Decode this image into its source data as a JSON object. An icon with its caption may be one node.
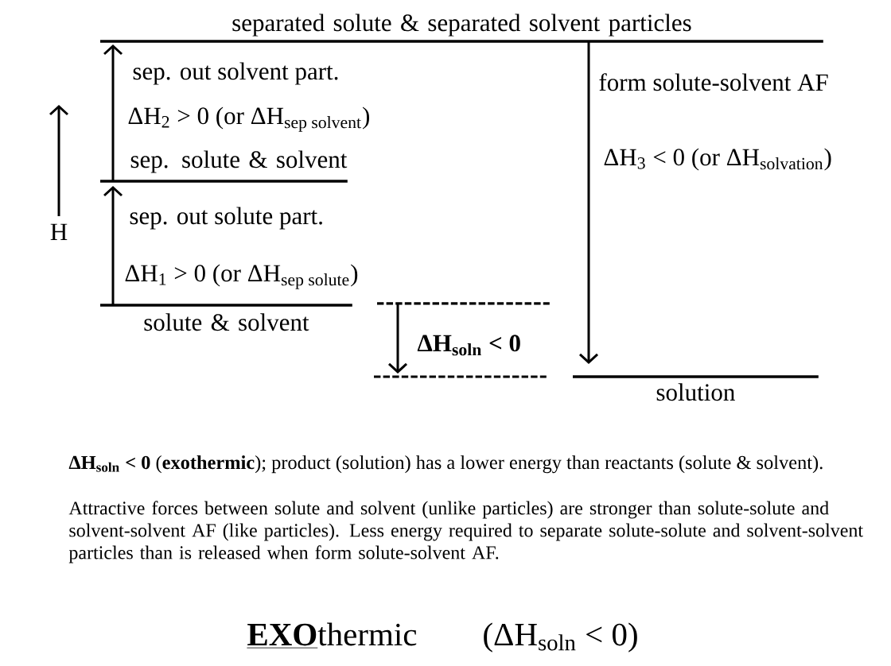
{
  "diagram": {
    "nodes": [
      {
        "text": [
          "separated solute & separated solvent particles"
        ]
      },
      {
        "text": [
          "sep. solute & solvent"
        ]
      },
      {
        "text": [
          "solute & solvent"
        ]
      },
      {
        "text": [
          "solution"
        ]
      },
      {
        "text": [],
        "shape": "bar"
      },
      {
        "text": [],
        "shape": "bar"
      }
    ],
    "edges": [
      {
        "from": 2,
        "to": 1,
        "arrow": "to",
        "label": "sep. out solute part."
      },
      {
        "from": 1,
        "to": 0,
        "arrow": "to",
        "label": "sep. out solvent part."
      },
      {
        "from": 0,
        "to": 3,
        "arrow": "to",
        "label": "form solute-solvent AF"
      },
      {
        "from": 4,
        "to": 5,
        "arrow": "to",
        "label": "ΔH$_{soln}$ < 0"
      }
    ],
    "labels": [
      "ΔH$_{2}$ > 0 (or ΔH$_{sep solvent}$)",
      "ΔH$_{3}$ < 0 (or ΔH$_{solvation}$)",
      "H",
      "ΔH$_{1}$ > 0 (or ΔH$_{sep solute}$)",
      "**ΔH$_{soln}$ < 0** (**exothermic**); product (solution) has a lower energy than reactants (solute & solvent).",
      "Attractive forces between solute and solvent (unlike particles) are stronger than solute-solute and solvent-solvent AF (like particles). Less energy required to separate solute-solute and solvent-solvent particles than is released when form solute-solvent AF.",
      "**EXO**thermic",
      "(ΔH$_{soln}$ < 0)"
    ]
  }
}
